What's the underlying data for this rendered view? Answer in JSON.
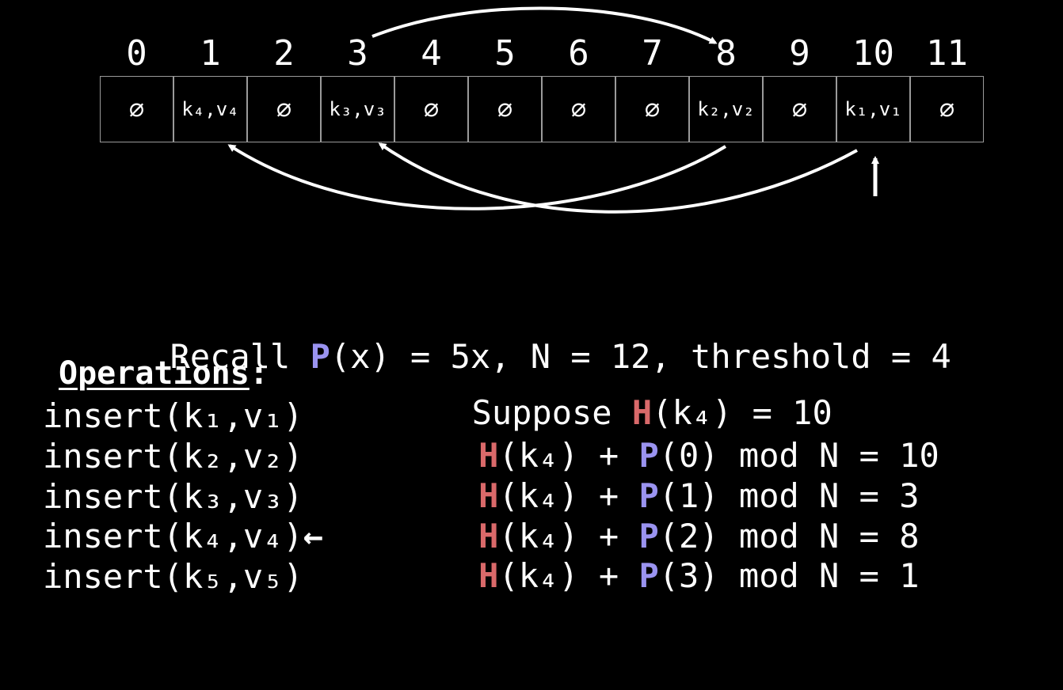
{
  "table": {
    "indices": [
      "0",
      "1",
      "2",
      "3",
      "4",
      "5",
      "6",
      "7",
      "8",
      "9",
      "10",
      "11"
    ],
    "cells": [
      "∅",
      "k₄,v₄",
      "∅",
      "k₃,v₃",
      "∅",
      "∅",
      "∅",
      "∅",
      "k₂,v₂",
      "∅",
      "k₁,v₁",
      "∅"
    ]
  },
  "recall": {
    "prefix": "Recall ",
    "p": "P",
    "expr": "(x) = 5x, N = 12, threshold = 4"
  },
  "operations": {
    "heading": "Operations",
    "colon": ":",
    "items": [
      "insert(k₁,v₁)",
      "insert(k₂,v₂)",
      "insert(k₃,v₃)",
      "insert(k₄,v₄)",
      "insert(k₅,v₅)"
    ],
    "current_marker": "←"
  },
  "suppose": {
    "prefix": "Suppose ",
    "h": "H",
    "rest": "(k₄) = 10"
  },
  "probes": [
    {
      "h": "H",
      "mid": "(k₄) + ",
      "p": "P",
      "rest": "(0) mod N = 10"
    },
    {
      "h": "H",
      "mid": "(k₄) + ",
      "p": "P",
      "rest": "(1) mod N = 3"
    },
    {
      "h": "H",
      "mid": "(k₄) + ",
      "p": "P",
      "rest": "(2) mod N = 8"
    },
    {
      "h": "H",
      "mid": "(k₄) + ",
      "p": "P",
      "rest": "(3) mod N = 1"
    }
  ],
  "colors": {
    "H": "#d9696a",
    "P": "#9a93f0",
    "background": "#000000",
    "text": "#ffffff"
  }
}
